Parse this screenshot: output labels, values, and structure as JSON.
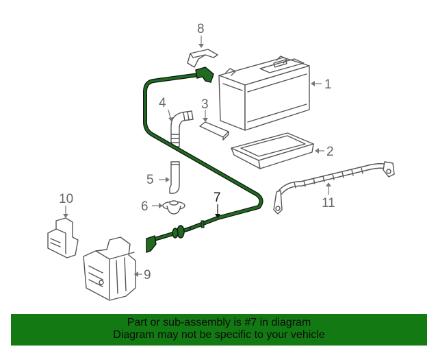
{
  "callouts": {
    "c1": "1",
    "c2": "2",
    "c3": "3",
    "c4": "4",
    "c5": "5",
    "c6": "6",
    "c7": "7",
    "c8": "8",
    "c9": "9",
    "c10": "10",
    "c11": "11"
  },
  "highlight_color": "#1f6b1f",
  "banner": {
    "line1": "Part or sub-assembly is #7 in diagram",
    "line2": "Diagram may not be specific to your vehicle",
    "color": "#137a13"
  }
}
